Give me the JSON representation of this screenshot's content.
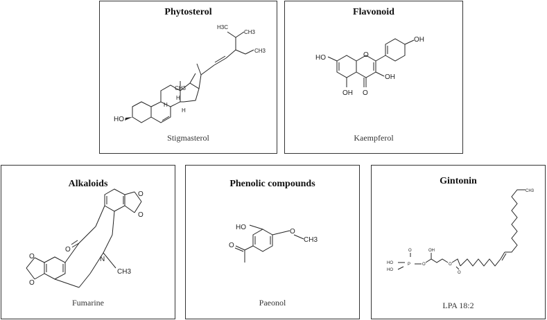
{
  "panels": [
    {
      "title": "Phytosterol",
      "compound": "Stigmasterol"
    },
    {
      "title": "Flavonoid",
      "compound": "Kaempferol"
    },
    {
      "title": "Alkaloids",
      "compound": "Fumarine"
    },
    {
      "title": "Phenolic compounds",
      "compound": "Paeonol"
    },
    {
      "title": "Gintonin",
      "compound": "LPA 18:2"
    }
  ],
  "atom_labels": {
    "stigmasterol": {
      "ho": "HO",
      "h3c": "H3C",
      "ch3_top": "CH3",
      "ch3_side": "CH3",
      "ch3_ring": "CH3",
      "h1": "H",
      "h2": "H",
      "h3": "H"
    },
    "kaempferol": {
      "oh_top": "OH",
      "ho_left": "HO",
      "oh_bottom": "OH",
      "oh_right": "OH",
      "o_ring": "O",
      "o_keto": "O"
    },
    "fumarine": {
      "o1": "O",
      "o2": "O",
      "o3": "O",
      "o4": "O",
      "o_keto": "O",
      "n": "N",
      "ch3": "CH3"
    },
    "paeonol": {
      "ho": "HO",
      "o": "O",
      "ch3": "CH3",
      "o_keto": "O"
    },
    "lpa": {
      "ho1": "HO",
      "ho2": "HO",
      "p": "P",
      "o1": "O",
      "o2": "O",
      "oh": "OH",
      "o_ester": "O",
      "o_keto": "O",
      "ch3": "CH3"
    }
  }
}
